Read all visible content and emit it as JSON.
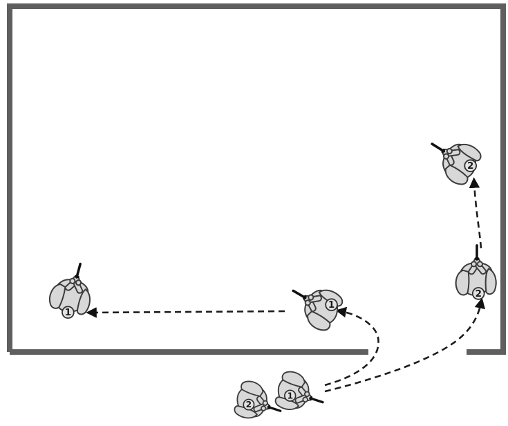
{
  "diagram": {
    "operators": [
      {
        "id": "op-1-entry",
        "label": "1"
      },
      {
        "id": "op-2-entry",
        "label": "2"
      },
      {
        "id": "op-1-mid",
        "label": "1"
      },
      {
        "id": "op-1-final",
        "label": "1"
      },
      {
        "id": "op-2-mid",
        "label": "2"
      },
      {
        "id": "op-2-final",
        "label": "2"
      }
    ],
    "colors": {
      "wall": "#5f5f5f",
      "operator_fill": "#d8d8d8",
      "operator_outline": "#3c3c3c",
      "path": "#1c1c1c",
      "weapon": "#111111"
    },
    "path_style": "dashed-arrow",
    "room_has_doorway": true
  }
}
